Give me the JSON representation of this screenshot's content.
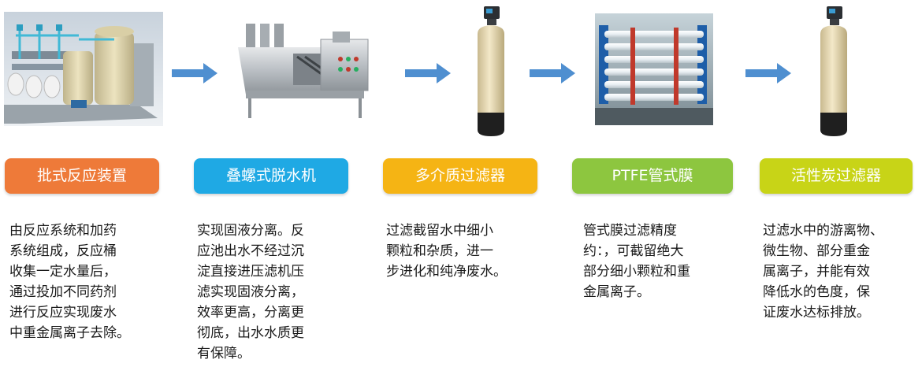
{
  "stages": [
    {
      "label": "批式反应装置",
      "color": "#ee7a39",
      "description": "由反应系统和加药\n系统组成，反应桶\n收集一定水量后，\n通过投加不同药剂\n进行反应实现废水\n中重金属离子去除。",
      "icon": "batch-reactor-image"
    },
    {
      "label": "叠螺式脱水机",
      "color": "#1fa9e4",
      "description": "实现固液分离。反\n应池出水不经过沉\n淀直接进压滤机压\n滤实现固液分离，\n效率更高，分离更\n彻底，出水水质更\n有保障。",
      "icon": "screw-dewatering-machine-image"
    },
    {
      "label": "多介质过滤器",
      "color": "#f5b414",
      "description": "过滤截留水中细小\n颗粒和杂质，进一\n步进化和纯净废水。",
      "icon": "multimedia-filter-tank-image"
    },
    {
      "label": "PTFE管式膜",
      "color": "#8dc63f",
      "description": "管式膜过滤精度\n约：，可截留绝大\n部分细小颗粒和重\n金属离子。",
      "icon": "ptfe-tubular-membrane-image"
    },
    {
      "label": "活性炭过滤器",
      "color": "#c8d417",
      "description": "过滤水中的游离物、\n微生物、部分重金\n属离子，并能有效\n降低水的色度，保\n证废水达标排放。",
      "icon": "activated-carbon-filter-tank-image"
    }
  ],
  "arrow_color": "#4f8fd0",
  "arrow_icon": "right-arrow-icon"
}
